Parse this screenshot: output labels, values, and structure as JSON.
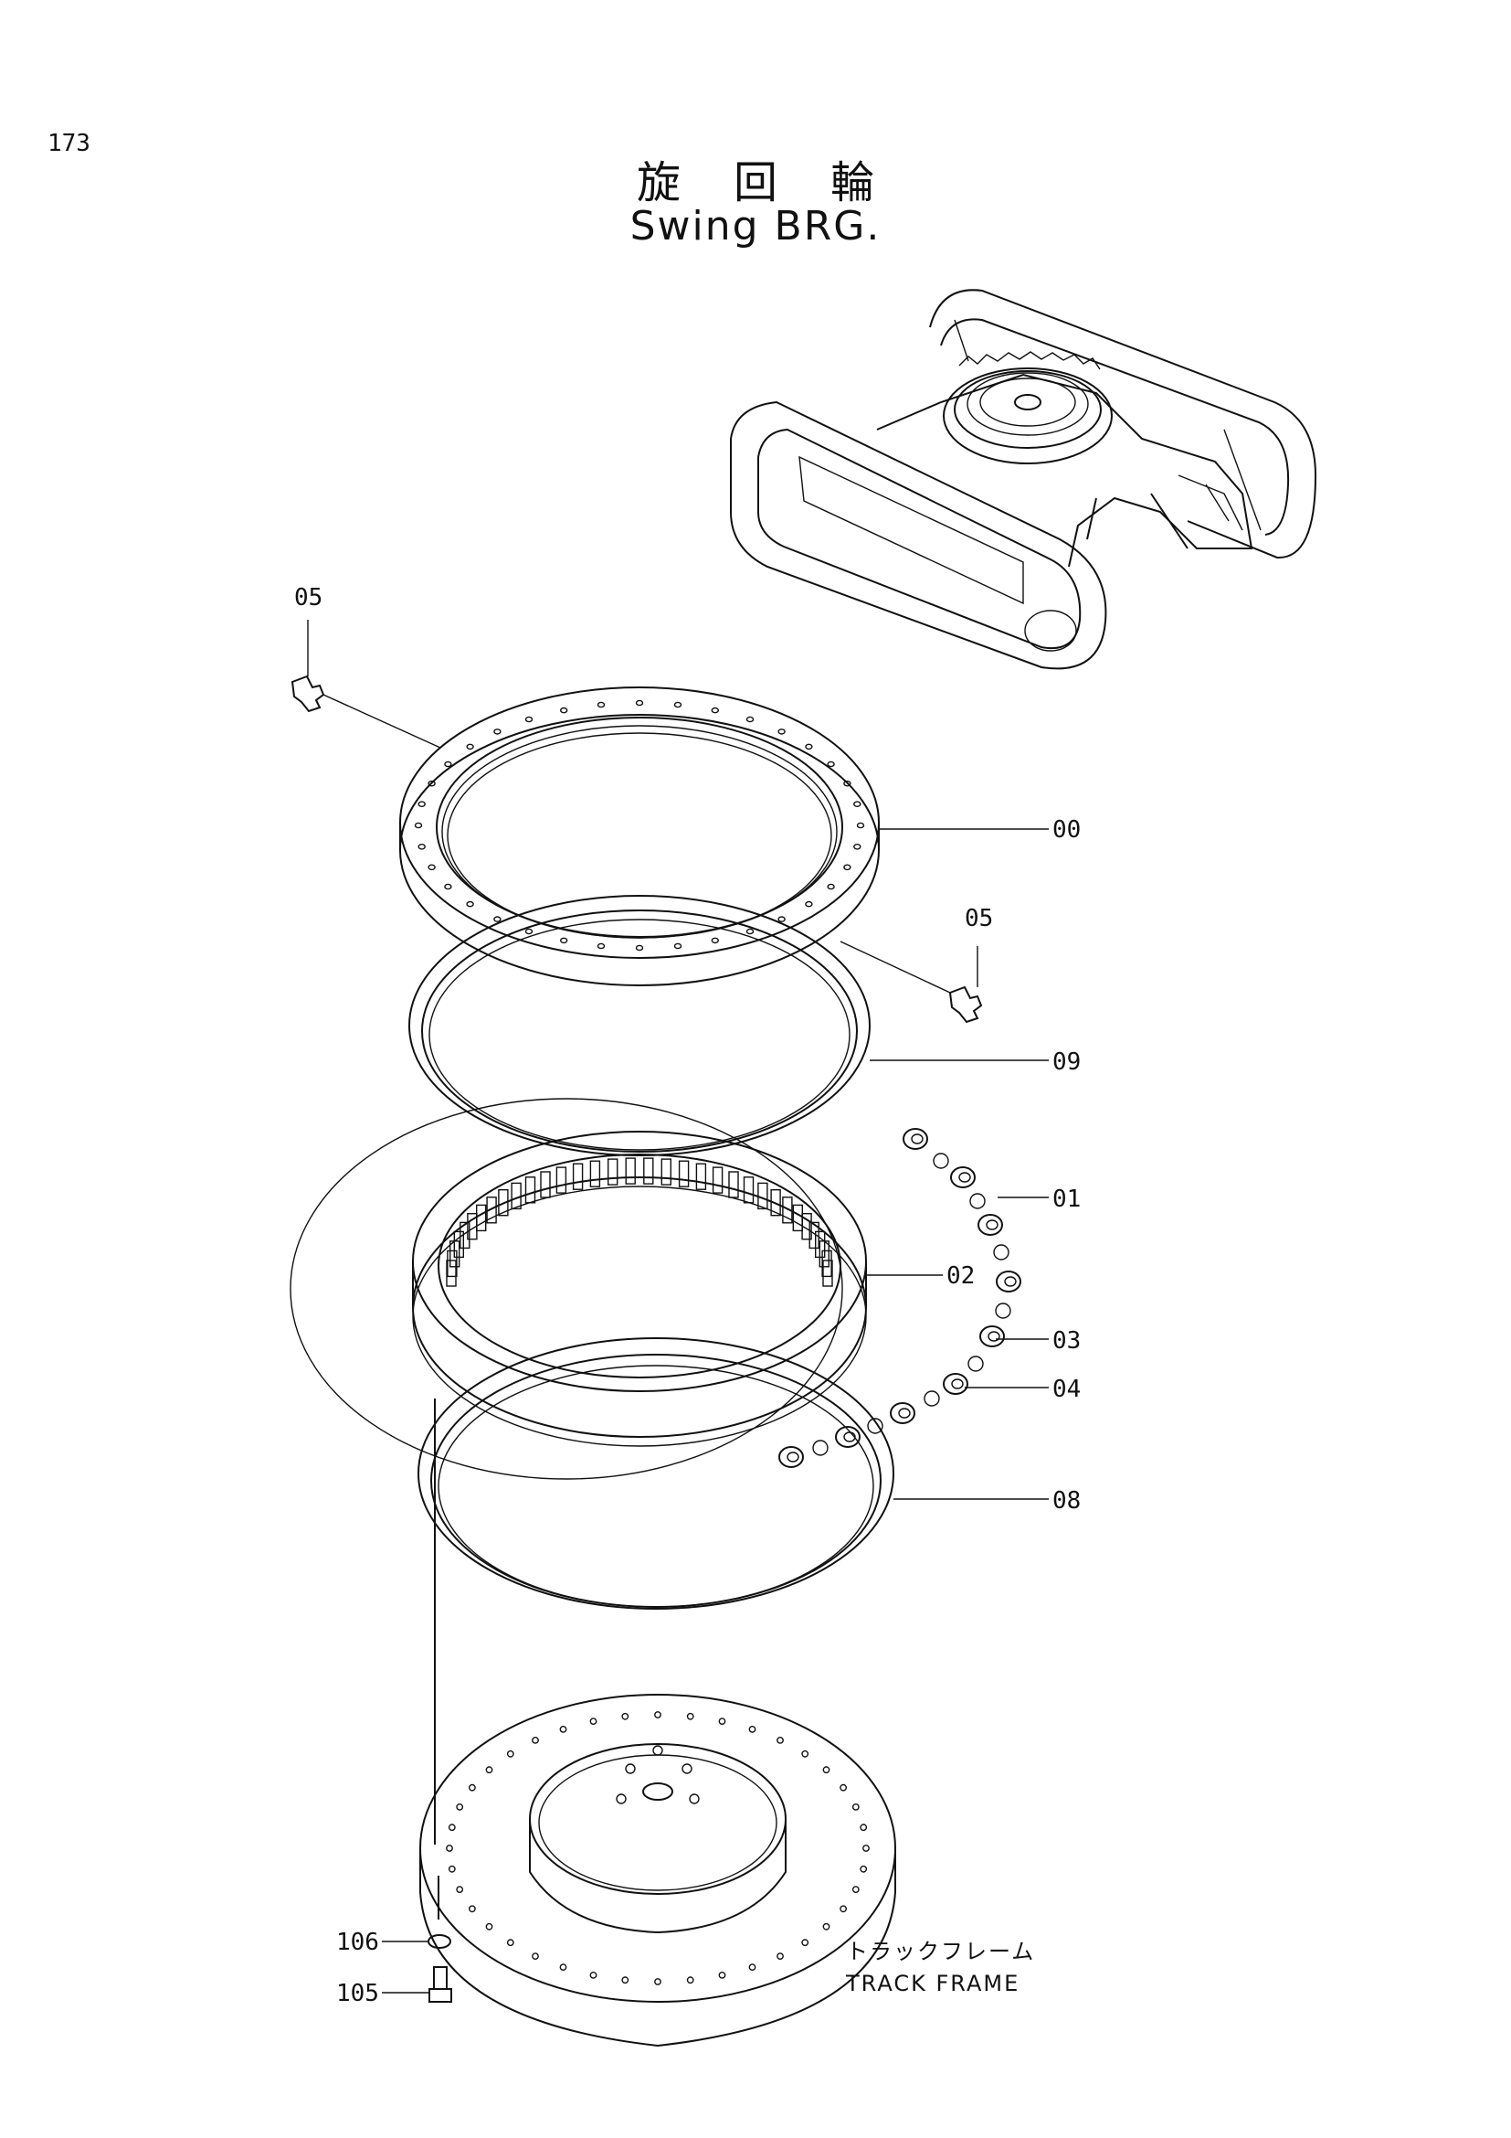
{
  "page": {
    "number": "173"
  },
  "title": {
    "japanese": "旋回輪",
    "english": "Swing BRG."
  },
  "callouts": [
    {
      "id": "05a",
      "text": "05"
    },
    {
      "id": "00",
      "text": "00"
    },
    {
      "id": "05b",
      "text": "05"
    },
    {
      "id": "09",
      "text": "09"
    },
    {
      "id": "01",
      "text": "01"
    },
    {
      "id": "02",
      "text": "02"
    },
    {
      "id": "03",
      "text": "03"
    },
    {
      "id": "04",
      "text": "04"
    },
    {
      "id": "08",
      "text": "08"
    },
    {
      "id": "106",
      "text": "106"
    },
    {
      "id": "105",
      "text": "105"
    }
  ],
  "track_frame": {
    "japanese": "トラックフレーム",
    "english": "TRACK FRAME"
  }
}
